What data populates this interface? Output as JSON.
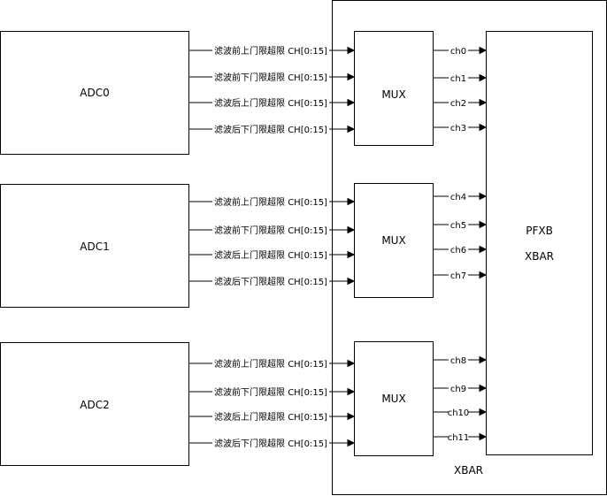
{
  "diagram": {
    "adcs": [
      {
        "label": "ADC0"
      },
      {
        "label": "ADC1"
      },
      {
        "label": "ADC2"
      }
    ],
    "signals": [
      "滤波前上门限超限 CH[0:15]",
      "滤波前下门限超限 CH[0:15]",
      "滤波后上门限超限 CH[0:15]",
      "滤波后下门限超限 CH[0:15]"
    ],
    "mux_label": "MUX",
    "channels": [
      "ch0",
      "ch1",
      "ch2",
      "ch3",
      "ch4",
      "ch5",
      "ch6",
      "ch7",
      "ch8",
      "ch9",
      "ch10",
      "ch11"
    ],
    "pfxb_label_line1": "PFXB",
    "pfxb_label_line2": "XBAR",
    "xbar_label": "XBAR"
  },
  "colors": {
    "stroke": "#000000",
    "fill": "#ffffff"
  }
}
